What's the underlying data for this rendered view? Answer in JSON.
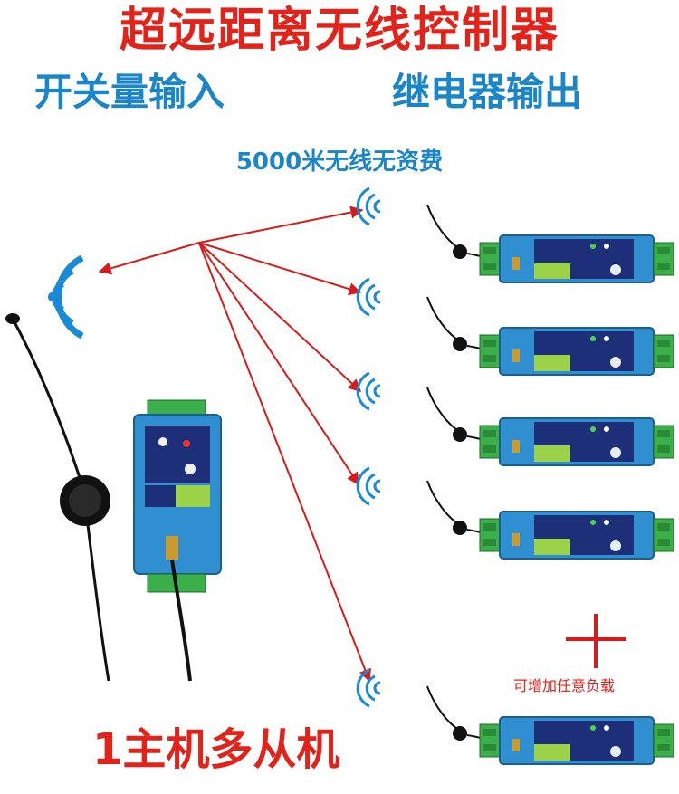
{
  "header": {
    "title": "超远距离无线控制器",
    "left_caption": "开关量输入",
    "right_caption": "继电器输出",
    "range_caption": "5000米无线无资费"
  },
  "footer": {
    "topology_caption": "1主机多从机",
    "add_more_caption": "可增加任意负载"
  },
  "colors": {
    "title_red": "#e32219",
    "caption_blue": "#1a86c9",
    "wifi_blue": "#1a8ad6",
    "device_blue": "#2f8fd0",
    "terminal_green": "#3bb04a"
  },
  "icons": [
    "wifi-signal-icon",
    "antenna-icon",
    "plus-icon"
  ]
}
